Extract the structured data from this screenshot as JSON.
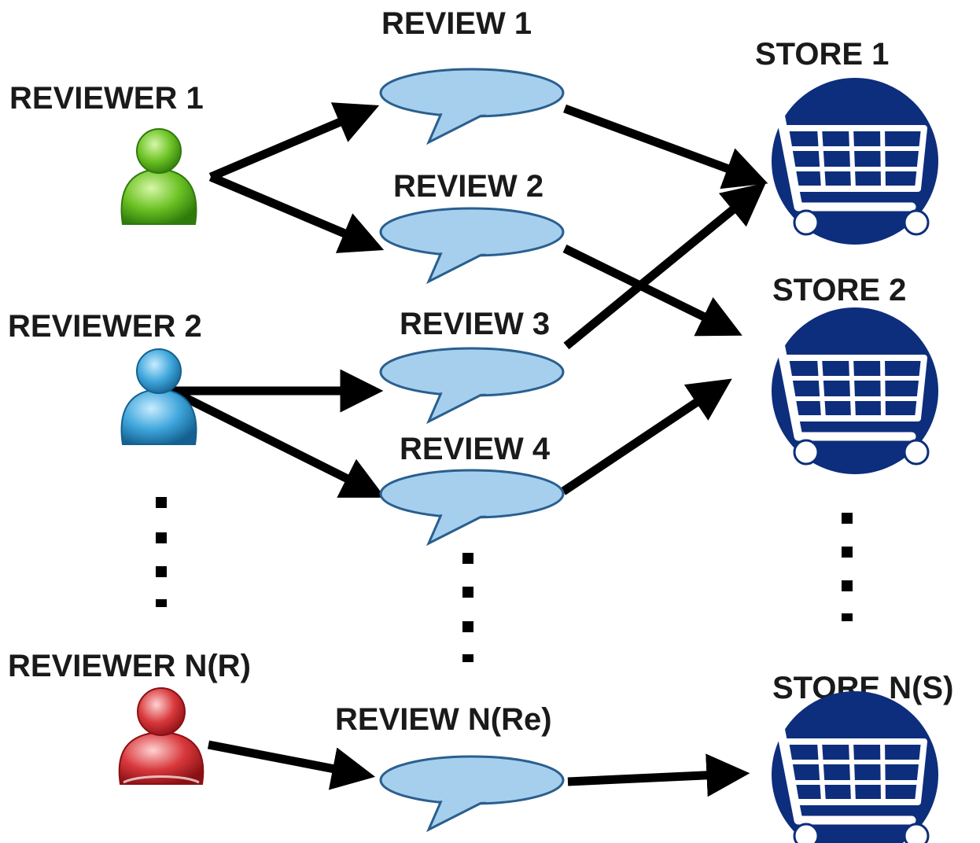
{
  "colors": {
    "reviewer_1": "#4caf1a",
    "reviewer_2": "#2a8fc8",
    "reviewer_n": "#d0282c",
    "review_bubble": "#a6cfee",
    "store_circle": "#0d2e7c",
    "arrow": "#000000"
  },
  "reviewers": [
    {
      "label": "REVIEWER 1",
      "icon": "user-icon-green"
    },
    {
      "label": "REVIEWER 2",
      "icon": "user-icon-blue"
    },
    {
      "label": "REVIEWER N(R)",
      "icon": "user-icon-red"
    }
  ],
  "reviews": [
    {
      "label": "REVIEW 1",
      "icon": "speech-bubble-icon"
    },
    {
      "label": "REVIEW 2",
      "icon": "speech-bubble-icon"
    },
    {
      "label": "REVIEW 3",
      "icon": "speech-bubble-icon"
    },
    {
      "label": "REVIEW 4",
      "icon": "speech-bubble-icon"
    },
    {
      "label": "REVIEW N(Re)",
      "icon": "speech-bubble-icon"
    }
  ],
  "stores": [
    {
      "label": "STORE 1",
      "icon": "shopping-cart-icon"
    },
    {
      "label": "STORE 2",
      "icon": "shopping-cart-icon"
    },
    {
      "label": "STORE N(S)",
      "icon": "shopping-cart-icon"
    }
  ],
  "edges": [
    {
      "from": "REVIEWER 1",
      "to": "REVIEW 1"
    },
    {
      "from": "REVIEWER 1",
      "to": "REVIEW 2"
    },
    {
      "from": "REVIEWER 2",
      "to": "REVIEW 3"
    },
    {
      "from": "REVIEWER 2",
      "to": "REVIEW 4"
    },
    {
      "from": "REVIEWER N(R)",
      "to": "REVIEW N(Re)"
    },
    {
      "from": "REVIEW 1",
      "to": "STORE 1"
    },
    {
      "from": "REVIEW 2",
      "to": "STORE 2"
    },
    {
      "from": "REVIEW 3",
      "to": "STORE 1"
    },
    {
      "from": "REVIEW 4",
      "to": "STORE 2"
    },
    {
      "from": "REVIEW N(Re)",
      "to": "STORE N(S)"
    }
  ]
}
